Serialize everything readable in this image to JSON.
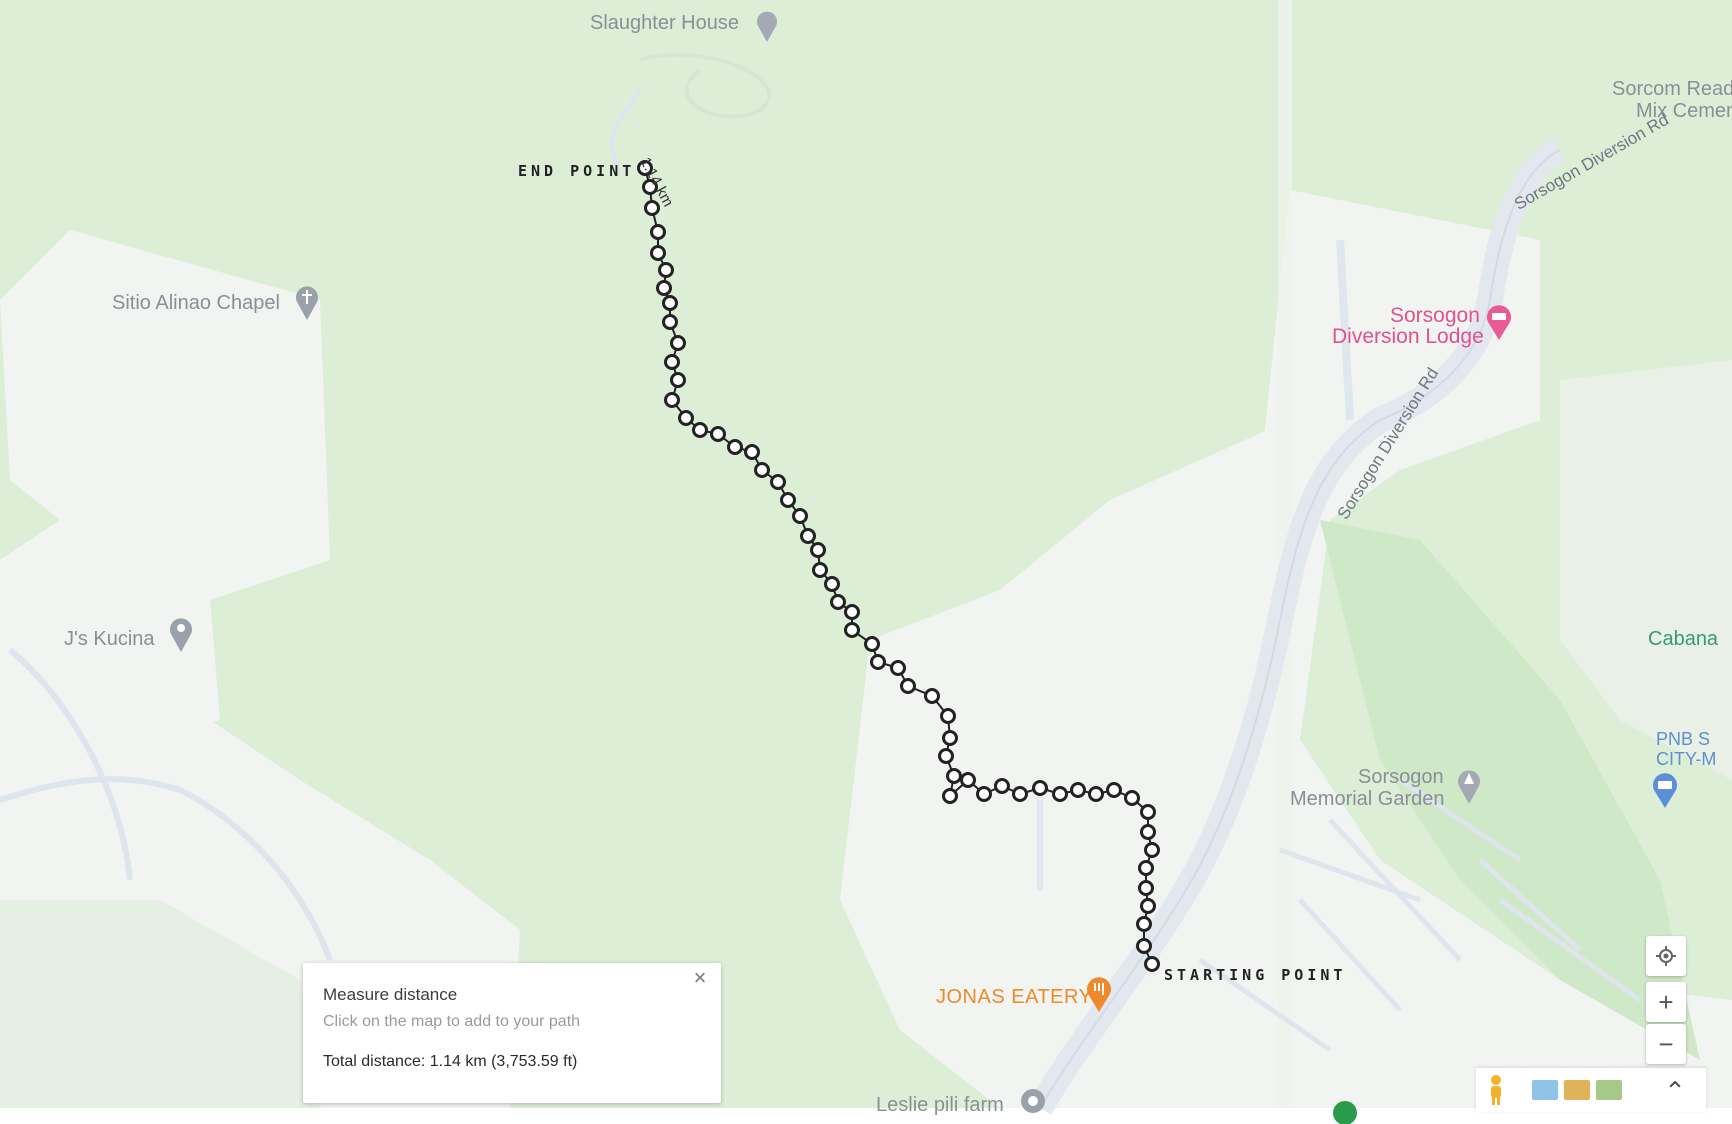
{
  "map": {
    "places": {
      "slaughter_house": "Slaughter House",
      "sitio_alinao_chapel": "Sitio Alinao Chapel",
      "js_kucina": "J's Kucina",
      "sorcom_ready_mix_line1": "Sorcom Read",
      "sorcom_ready_mix_line2": "Mix Cemen",
      "sorsogon_diversion_lodge_line1": "Sorsogon",
      "sorsogon_diversion_lodge_line2": "Diversion Lodge",
      "cabana": "Cabana",
      "pnb_line1": "PNB S",
      "pnb_line2": "CITY-M",
      "memorial_line1": "Sorsogon",
      "memorial_line2": "Memorial Garden",
      "jonas_eatery": "JONAS EATERY",
      "leslie_pili_farm": "Leslie pili farm"
    },
    "roads": {
      "diversion_rd_top": "Sorsogon Diversion Rd",
      "diversion_rd_mid": "Sorsogon Diversion Rd"
    },
    "route": {
      "end_label": "END POINT",
      "start_label": "STARTING POINT",
      "distance_tag": "1.14 km",
      "points": [
        [
          645,
          168
        ],
        [
          650,
          187
        ],
        [
          652,
          208
        ],
        [
          658,
          232
        ],
        [
          658,
          253
        ],
        [
          666,
          270
        ],
        [
          664,
          288
        ],
        [
          670,
          303
        ],
        [
          670,
          322
        ],
        [
          678,
          343
        ],
        [
          672,
          362
        ],
        [
          678,
          380
        ],
        [
          672,
          400
        ],
        [
          686,
          418
        ],
        [
          700,
          430
        ],
        [
          718,
          434
        ],
        [
          735,
          447
        ],
        [
          752,
          452
        ],
        [
          762,
          470
        ],
        [
          778,
          482
        ],
        [
          788,
          500
        ],
        [
          800,
          516
        ],
        [
          808,
          536
        ],
        [
          818,
          550
        ],
        [
          820,
          570
        ],
        [
          832,
          584
        ],
        [
          838,
          602
        ],
        [
          852,
          612
        ],
        [
          852,
          630
        ],
        [
          872,
          644
        ],
        [
          878,
          662
        ],
        [
          898,
          668
        ],
        [
          908,
          686
        ],
        [
          932,
          696
        ],
        [
          948,
          716
        ],
        [
          950,
          738
        ],
        [
          946,
          756
        ],
        [
          954,
          776
        ],
        [
          950,
          796
        ],
        [
          968,
          780
        ],
        [
          984,
          794
        ],
        [
          1002,
          786
        ],
        [
          1020,
          794
        ],
        [
          1040,
          788
        ],
        [
          1060,
          794
        ],
        [
          1078,
          790
        ],
        [
          1096,
          794
        ],
        [
          1114,
          790
        ],
        [
          1132,
          798
        ],
        [
          1148,
          812
        ],
        [
          1148,
          832
        ],
        [
          1152,
          850
        ],
        [
          1146,
          868
        ],
        [
          1146,
          888
        ],
        [
          1148,
          906
        ],
        [
          1144,
          924
        ],
        [
          1144,
          946
        ],
        [
          1152,
          964
        ]
      ]
    }
  },
  "measure": {
    "title": "Measure distance",
    "hint": "Click on the map to add to your path",
    "total": "Total distance: 1.14 km (3,753.59 ft)",
    "close_symbol": "×"
  },
  "controls": {
    "zoom_in": "+",
    "zoom_out": "−",
    "expand": "⌃"
  },
  "colors": {
    "land_green": "#dcefd6",
    "urban_white": "#f3f4f3",
    "road": "#e3e8ee",
    "route_stroke": "#222222",
    "route_fill": "#ffffff"
  }
}
